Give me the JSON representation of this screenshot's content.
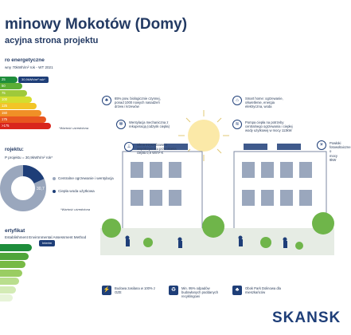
{
  "header": {
    "title": "minowy Mokotów (Domy)",
    "subtitle": "acyjna strona projektu"
  },
  "energy": {
    "heading": "ro energetyczne",
    "subheading": "wny 70kWh/m² rok - WT 2021",
    "bars": [
      {
        "label": "25",
        "color": "#1e8d3b"
      },
      {
        "label": "50",
        "color": "#5cae35"
      },
      {
        "label": "75",
        "color": "#9fc93a"
      },
      {
        "label": "100",
        "color": "#d4de2f"
      },
      {
        "label": "125",
        "color": "#f2c527"
      },
      {
        "label": "150",
        "color": "#f09026"
      },
      {
        "label": "175",
        "color": "#e8551f"
      },
      {
        "label": ">175",
        "color": "#d9251c"
      }
    ],
    "marker": "30,9kWh/m² rok*",
    "note": "*Wartość uśredniona"
  },
  "project": {
    "heading": "rojektu:",
    "subheading": "P projektu = 30,9kWh/m² rok*",
    "donut_value": "30,7",
    "legend": [
      {
        "label": "Centralne ogrzewanie i wentylacja",
        "color": "#9aa7bd"
      },
      {
        "label": "Ciepła woda użytkowa",
        "color": "#1e3e78"
      }
    ],
    "note": "*Wartość uśredniona"
  },
  "cert": {
    "heading": "ertyfikat",
    "subheading": "Establishment Environmental Assessment Method",
    "pill": "Interim"
  },
  "features": [
    {
      "icon": "tree-icon",
      "text": "65% pow. biologicznie czynnej, ponad 1000 nowych nasadzeń drzew i krzewów"
    },
    {
      "icon": "fan-icon",
      "text": "Wentylacja mechaniczna z rekuperacją (odzysk ciepła)"
    },
    {
      "icon": "thermometer-icon",
      "text": "Okna trzyszybowe o współczynniku przenikania ciepła 0,9 W/m²·K"
    },
    {
      "icon": "smart-home-icon",
      "text": "Smart home: ogrzewanie, oświetlenie, energia elektryczna, woda"
    },
    {
      "icon": "heat-pump-icon",
      "text": "Pompa ciepła na potrzeby centralnego ogrzewania i ciepłej wody użytkowej w mocy 113kW"
    },
    {
      "icon": "solar-icon",
      "text": "Powłoki fotowoltaiczne o mocy 9kW"
    }
  ],
  "bottom_features": [
    {
      "icon": "plug-icon",
      "text": "Budowa zasilana w 100% z OZE"
    },
    {
      "icon": "recycle-icon",
      "text": "Min. 95% odpadów budowlanych poddanych recyklingowi"
    },
    {
      "icon": "park-icon",
      "text": "Obok Park Dolinowa dla mieszkańców"
    }
  ],
  "brand": {
    "logo": "SKANSK",
    "color": "#1e3e78"
  }
}
